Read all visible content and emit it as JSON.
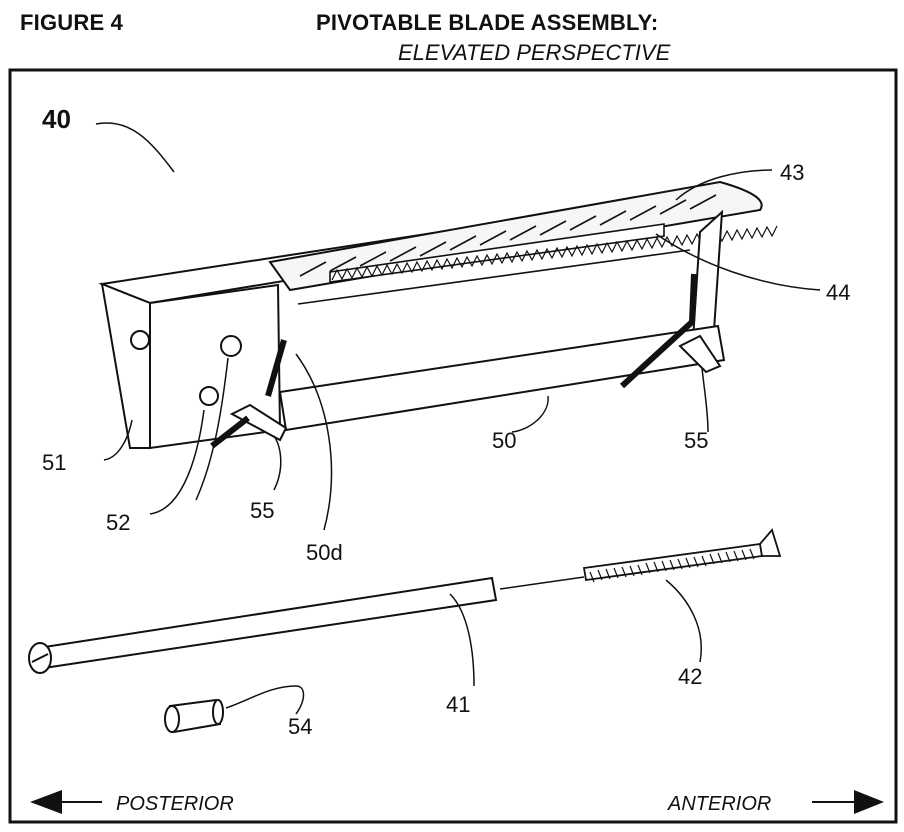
{
  "header": {
    "figure_label": "FIGURE 4",
    "title": "PIVOTABLE BLADE ASSEMBLY:",
    "subtitle": "ELEVATED PERSPECTIVE"
  },
  "callouts": {
    "assembly": "40",
    "blade": "43",
    "teeth": "44",
    "pivot_rod": "41",
    "screw": "42",
    "plug": "54",
    "hole_51": "51",
    "holes_52": "52",
    "bar": "50",
    "bar_end": "50d",
    "foot_left": "55",
    "foot_right": "55"
  },
  "directions": {
    "left": "POSTERIOR",
    "right": "ANTERIOR"
  }
}
